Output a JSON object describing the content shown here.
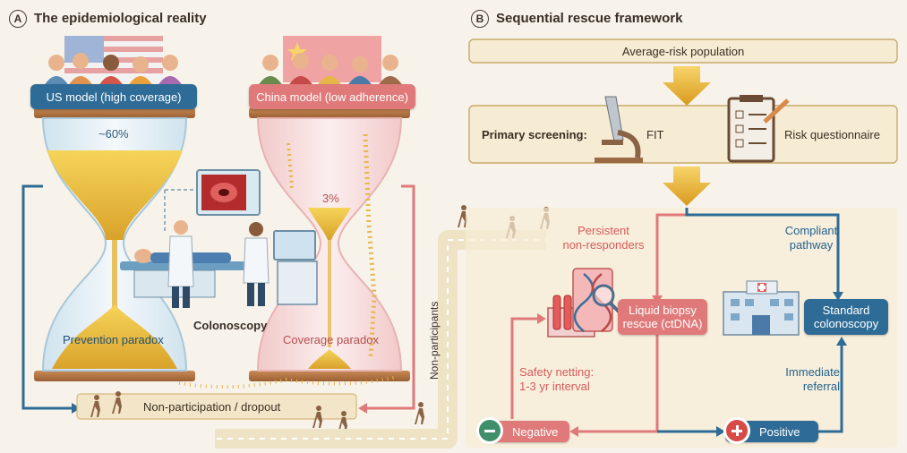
{
  "panel_a": {
    "letter": "A",
    "title": "The epidemiological reality",
    "us_label": "US model (high coverage)",
    "china_label": "China model (low adherence)",
    "us_pct": "~60%",
    "china_pct": "3%",
    "prevention_paradox": "Prevention paradox",
    "coverage_paradox": "Coverage paradox",
    "colonoscopy": "Colonoscopy",
    "dropout": "Non-participation / dropout"
  },
  "panel_b": {
    "letter": "B",
    "title": "Sequential rescue framework",
    "population": "Average-risk population",
    "primary_screening": "Primary screening:",
    "fit": "FIT",
    "questionnaire": "Risk questionnaire",
    "non_participants": "Non-participants",
    "persistent_line1": "Persistent",
    "persistent_line2": "non-responders",
    "compliant_line1": "Compliant",
    "compliant_line2": "pathway",
    "liquid_line1": "Liquid biopsy",
    "liquid_line2": "rescue (ctDNA)",
    "standard_line1": "Standard",
    "standard_line2": "colonoscopy",
    "safety_line1": "Safety netting:",
    "safety_line2": "1-3 yr interval",
    "immediate_line1": "Immediate",
    "immediate_line2": "referral",
    "negative": "Negative",
    "positive": "Positive"
  },
  "colors": {
    "blue": "#2e6c97",
    "red": "#e07a7a",
    "gold": "#e8b93a",
    "tan": "#f3e6c8"
  },
  "icons": [
    "us-flag-icon",
    "china-flag-icon",
    "people-icon",
    "hourglass-icon",
    "endoscopy-monitor-icon",
    "doctor-icon",
    "patient-bed-icon",
    "microscope-icon",
    "clipboard-icon",
    "test-tubes-icon",
    "dna-magnifier-icon",
    "hospital-icon",
    "walking-person-icon",
    "minus-icon",
    "plus-icon",
    "down-arrow-icon"
  ]
}
